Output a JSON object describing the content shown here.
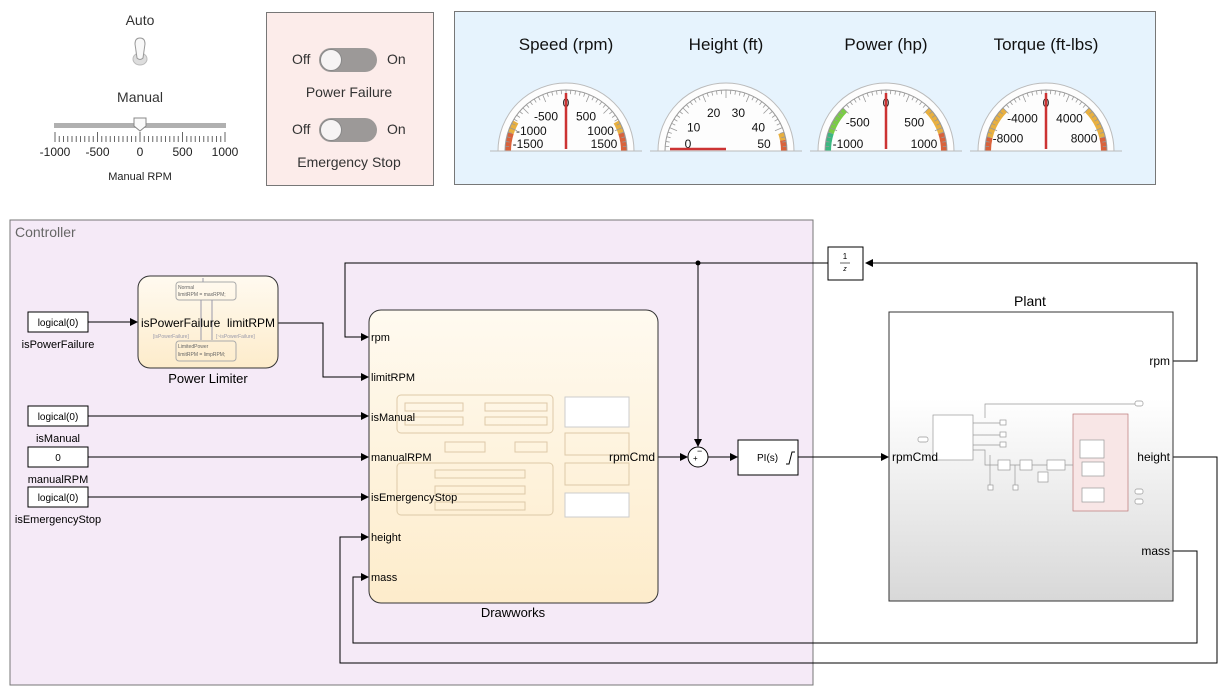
{
  "dashboard": {
    "mode_switch": {
      "top_label": "Auto",
      "bottom_label": "Manual",
      "state": "Auto"
    },
    "slider": {
      "label": "Manual RPM",
      "ticks": [
        "-1000",
        "-500",
        "0",
        "500",
        "1000"
      ],
      "min": -1000,
      "max": 1000,
      "value": 0
    },
    "switches": [
      {
        "off": "Off",
        "on": "On",
        "label": "Power Failure",
        "state": "Off"
      },
      {
        "off": "Off",
        "on": "On",
        "label": "Emergency Stop",
        "state": "Off"
      }
    ],
    "gauges": [
      {
        "title": "Speed (rpm)",
        "min": -1500,
        "max": 1500,
        "value": 0,
        "labels": [
          -1500,
          -1000,
          -500,
          0,
          500,
          1000,
          1500
        ],
        "bands": [
          [
            -1500,
            -1200,
            "#d9623b"
          ],
          [
            -1200,
            -1000,
            "#e8b040"
          ],
          [
            1000,
            1200,
            "#e8b040"
          ],
          [
            1200,
            1500,
            "#d9623b"
          ]
        ]
      },
      {
        "title": "Height (ft)",
        "min": 0,
        "max": 50,
        "value": 0,
        "labels": [
          0,
          10,
          20,
          30,
          40,
          50
        ],
        "bands": [
          [
            45,
            47,
            "#e8b040"
          ],
          [
            47,
            50,
            "#d9623b"
          ]
        ]
      },
      {
        "title": "Power (hp)",
        "min": -1000,
        "max": 1000,
        "value": 0,
        "labels": [
          -1000,
          -500,
          0,
          500,
          1000
        ],
        "bands": [
          [
            -1000,
            -800,
            "#3cb882"
          ],
          [
            -800,
            -500,
            "#7acc45"
          ],
          [
            500,
            800,
            "#e8b040"
          ],
          [
            800,
            1000,
            "#d9623b"
          ]
        ]
      },
      {
        "title": "Torque (ft-lbs)",
        "min": -10000,
        "max": 10000,
        "value": 0,
        "labels": [
          -8000,
          -4000,
          0,
          4000,
          8000
        ],
        "bands": [
          [
            -10000,
            -8500,
            "#d9623b"
          ],
          [
            -8500,
            -5000,
            "#e8b040"
          ],
          [
            5000,
            8500,
            "#e8b040"
          ],
          [
            8500,
            10000,
            "#d9623b"
          ]
        ]
      }
    ],
    "colors": {
      "switch_panel": "#fcecea",
      "gauge_panel": "#e6f3fd",
      "controller": "#f5eaf7",
      "needle": "#c33"
    }
  },
  "diagram": {
    "controller_label": "Controller",
    "constants": [
      {
        "value": "logical(0)",
        "label": "isPowerFailure"
      },
      {
        "value": "logical(0)",
        "label": "isManual"
      },
      {
        "value": "0",
        "label": "manualRPM"
      },
      {
        "value": "logical(0)",
        "label": "isEmergencyStop"
      }
    ],
    "power_limiter": {
      "name": "Power Limiter",
      "in": "isPowerFailure",
      "out": "limitRPM",
      "state1": "Normal",
      "state1_action": "limitRPM = maxRPM;",
      "state2": "LimitedPower",
      "state2_action": "limitRPM = limpRPM;",
      "t1": "[isPowerFailure]",
      "t2": "[~isPowerFailure]"
    },
    "drawworks": {
      "name": "Drawworks",
      "inputs": [
        "rpm",
        "limitRPM",
        "isManual",
        "manualRPM",
        "isEmergencyStop",
        "height",
        "mass"
      ],
      "output": "rpmCmd"
    },
    "sum": {
      "plus": "+",
      "minus": "−"
    },
    "pi": {
      "label": "PI(s)"
    },
    "delay": {
      "num": "1",
      "den": "z"
    },
    "plant": {
      "name": "Plant",
      "input": "rpmCmd",
      "outputs": [
        "rpm",
        "height",
        "mass"
      ]
    }
  }
}
